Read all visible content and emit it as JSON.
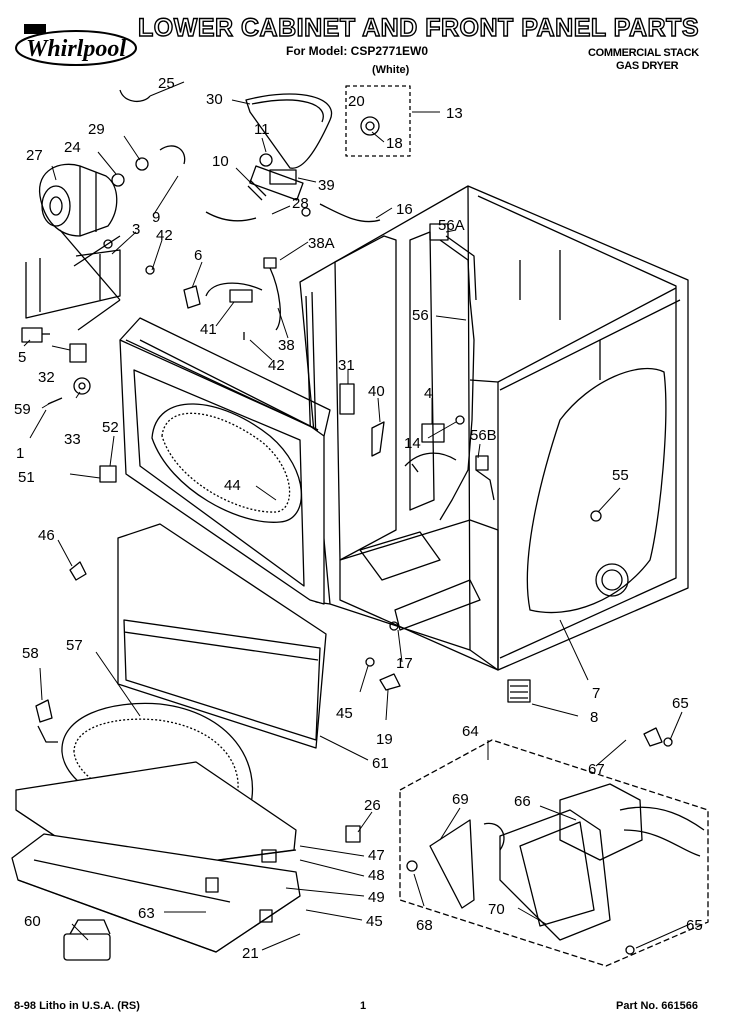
{
  "header": {
    "brand": "Whirlpool",
    "title": "LOWER CABINET AND FRONT PANEL PARTS",
    "model_line": "For Model: CSP2771EW0",
    "variant": "(White)",
    "product_line1": "COMMERCIAL STACK",
    "product_line2": "GAS DRYER"
  },
  "callouts": [
    {
      "id": "c25",
      "label": "25"
    },
    {
      "id": "c30",
      "label": "30"
    },
    {
      "id": "c20",
      "label": "20"
    },
    {
      "id": "c13",
      "label": "13"
    },
    {
      "id": "c18",
      "label": "18"
    },
    {
      "id": "c29",
      "label": "29"
    },
    {
      "id": "c11",
      "label": "11"
    },
    {
      "id": "c27",
      "label": "27"
    },
    {
      "id": "c24",
      "label": "24"
    },
    {
      "id": "c10",
      "label": "10"
    },
    {
      "id": "c39",
      "label": "39"
    },
    {
      "id": "c9",
      "label": "9"
    },
    {
      "id": "c28",
      "label": "28"
    },
    {
      "id": "c16",
      "label": "16"
    },
    {
      "id": "c56A",
      "label": "56A"
    },
    {
      "id": "c3",
      "label": "3"
    },
    {
      "id": "c42a",
      "label": "42"
    },
    {
      "id": "c6",
      "label": "6"
    },
    {
      "id": "c38A",
      "label": "38A"
    },
    {
      "id": "c56",
      "label": "56"
    },
    {
      "id": "c41",
      "label": "41"
    },
    {
      "id": "c38",
      "label": "38"
    },
    {
      "id": "c42b",
      "label": "42"
    },
    {
      "id": "c5",
      "label": "5"
    },
    {
      "id": "c32",
      "label": "32"
    },
    {
      "id": "c31",
      "label": "31"
    },
    {
      "id": "c59",
      "label": "59"
    },
    {
      "id": "c33",
      "label": "33"
    },
    {
      "id": "c40",
      "label": "40"
    },
    {
      "id": "c4",
      "label": "4"
    },
    {
      "id": "c1",
      "label": "1"
    },
    {
      "id": "c52",
      "label": "52"
    },
    {
      "id": "c56B",
      "label": "56B"
    },
    {
      "id": "c14",
      "label": "14"
    },
    {
      "id": "c51",
      "label": "51"
    },
    {
      "id": "c44",
      "label": "44"
    },
    {
      "id": "c55",
      "label": "55"
    },
    {
      "id": "c46",
      "label": "46"
    },
    {
      "id": "c58",
      "label": "58"
    },
    {
      "id": "c57",
      "label": "57"
    },
    {
      "id": "c17",
      "label": "17"
    },
    {
      "id": "c7",
      "label": "7"
    },
    {
      "id": "c45a",
      "label": "45"
    },
    {
      "id": "c8",
      "label": "8"
    },
    {
      "id": "c19",
      "label": "19"
    },
    {
      "id": "c65a",
      "label": "65"
    },
    {
      "id": "c64",
      "label": "64"
    },
    {
      "id": "c61",
      "label": "61"
    },
    {
      "id": "c67",
      "label": "67"
    },
    {
      "id": "c26",
      "label": "26"
    },
    {
      "id": "c69",
      "label": "69"
    },
    {
      "id": "c66",
      "label": "66"
    },
    {
      "id": "c47",
      "label": "47"
    },
    {
      "id": "c48",
      "label": "48"
    },
    {
      "id": "c49",
      "label": "49"
    },
    {
      "id": "c60",
      "label": "60"
    },
    {
      "id": "c63",
      "label": "63"
    },
    {
      "id": "c45b",
      "label": "45"
    },
    {
      "id": "c68",
      "label": "68"
    },
    {
      "id": "c70",
      "label": "70"
    },
    {
      "id": "c21",
      "label": "21"
    },
    {
      "id": "c65b",
      "label": "65"
    }
  ],
  "footer": {
    "left": "8-98 Litho in U.S.A. (RS)",
    "page": "1",
    "part": "Part No. 661566"
  }
}
